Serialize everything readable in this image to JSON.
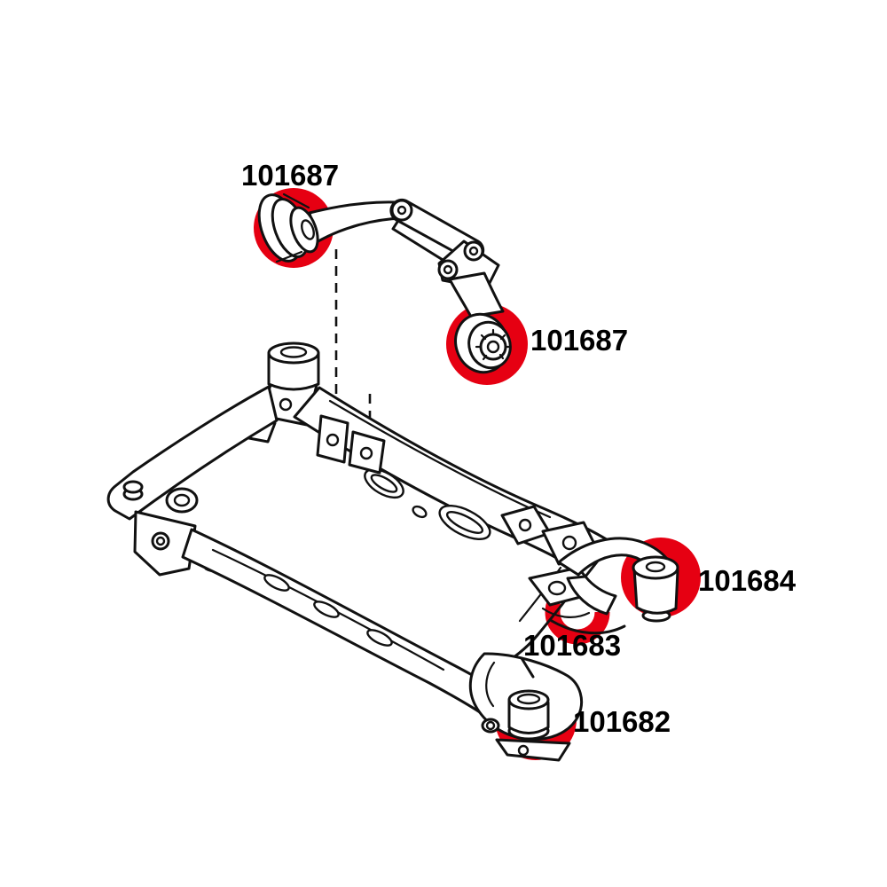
{
  "diagram": {
    "kind": "suspension-parts-line-drawing",
    "subject": "rear subframe assembly with highlighted bushing positions",
    "colors": {
      "background": "#ffffff",
      "line_art": "#111111",
      "highlight": "#e60012",
      "label_text": "#000000"
    },
    "part_labels": [
      {
        "id": "upper-front",
        "text": "101687"
      },
      {
        "id": "upper-rear",
        "text": "101687"
      },
      {
        "id": "beam-front",
        "text": "101684"
      },
      {
        "id": "beam-middle",
        "text": "101683"
      },
      {
        "id": "beam-rear",
        "text": "101682"
      }
    ],
    "highlight_count": 5
  }
}
